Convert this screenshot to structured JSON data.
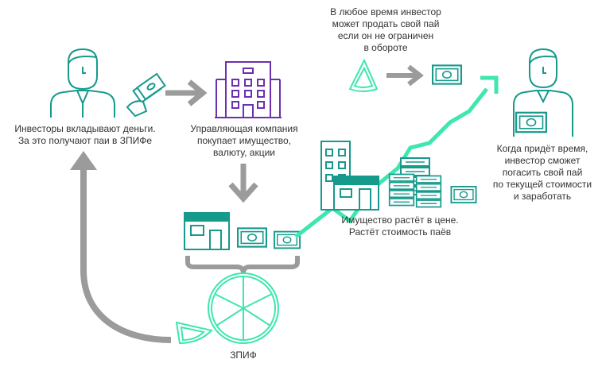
{
  "colors": {
    "teal": "#159a8c",
    "green_arrow": "#3ee6b0",
    "purple": "#6c2fb0",
    "gray_arrow": "#9b9b9b",
    "text": "#333333"
  },
  "labels": {
    "investors": [
      "Инвесторы вкладывают деньги.",
      "За это получают паи в ЗПИФе"
    ],
    "management": [
      "Управляющая компания",
      "покупает имущество,",
      "валюту, акции"
    ],
    "sell_anytime": [
      "В любое время инвестор",
      "может продать свой пай",
      "если он не ограничен",
      "в обороте"
    ],
    "when_time": [
      "Когда придёт время,",
      "инвестор сможет",
      "погасить свой пай",
      "по текущей стоимости",
      "и заработать"
    ],
    "growth": [
      "Имущество растёт в цене.",
      "Растёт стоимость паёв"
    ],
    "fund": "ЗПИФ"
  },
  "icons": {
    "investor": "investor-person-icon",
    "cash": "cash-in-hand-icon",
    "company": "office-building-icon",
    "store": "store-icon",
    "banknote": "banknote-icon",
    "pie": "pie-fund-icon",
    "slice": "pie-slice-icon",
    "growth": "growth-arrow-icon"
  }
}
